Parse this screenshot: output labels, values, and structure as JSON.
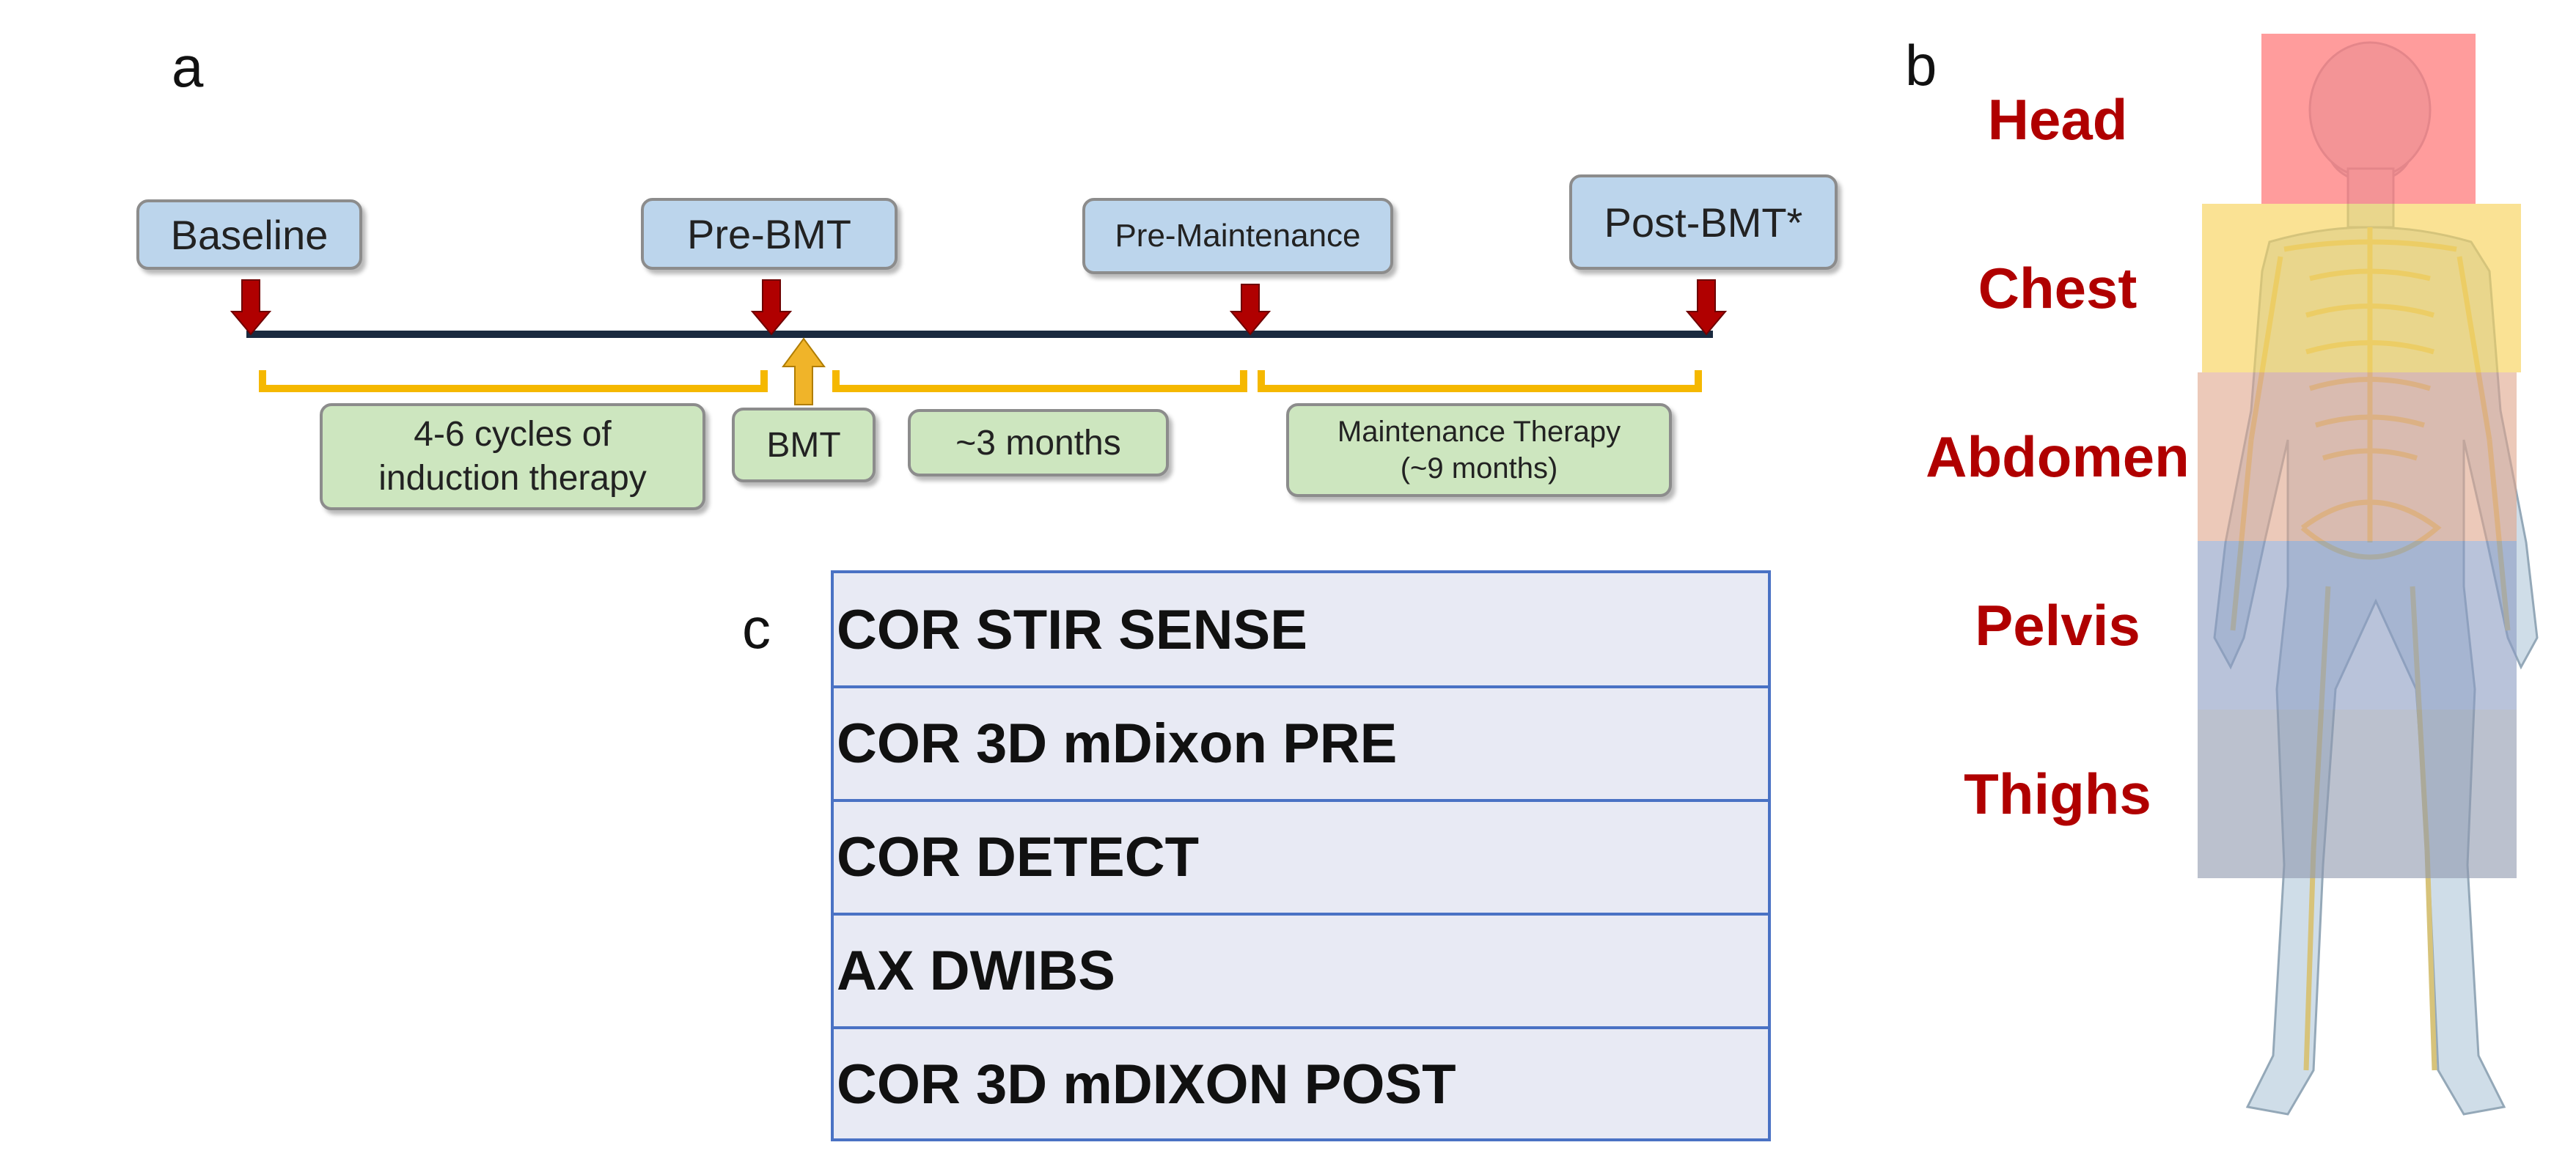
{
  "panels": {
    "a": "a",
    "b": "b",
    "c": "c"
  },
  "timeline": {
    "timepoints": [
      "Baseline",
      "Pre-BMT",
      "Pre-Maintenance",
      "Post-BMT*"
    ],
    "phases": {
      "induction_line1": "4-6 cycles of",
      "induction_line2": "induction therapy",
      "bmt": "BMT",
      "interval": "~3 months",
      "maintenance_line1": "Maintenance Therapy",
      "maintenance_line2": "(~9 months)"
    },
    "colors": {
      "timepoint_box": "#bcd5ec",
      "phase_box": "#cde6bf",
      "arrow_down": "#b00000",
      "bmt_arrow": "#f0b429",
      "bracket": "#f5b800",
      "line": "#1a2a3f"
    }
  },
  "body_regions": {
    "labels": [
      "Head",
      "Chest",
      "Abdomen",
      "Pelvis",
      "Thighs"
    ],
    "label_color": "#b00000",
    "overlay_colors": [
      "#ff7b7b",
      "#f7d25b",
      "#e0a58a",
      "#8a9bc2",
      "#8e98ad"
    ]
  },
  "protocol": {
    "sequences": [
      "COR STIR SENSE",
      "COR 3D mDixon PRE",
      "COR DETECT",
      "AX DWIBS",
      "COR 3D mDIXON POST"
    ],
    "border_color": "#4a72c4",
    "fill_color": "#e8eaf4"
  }
}
